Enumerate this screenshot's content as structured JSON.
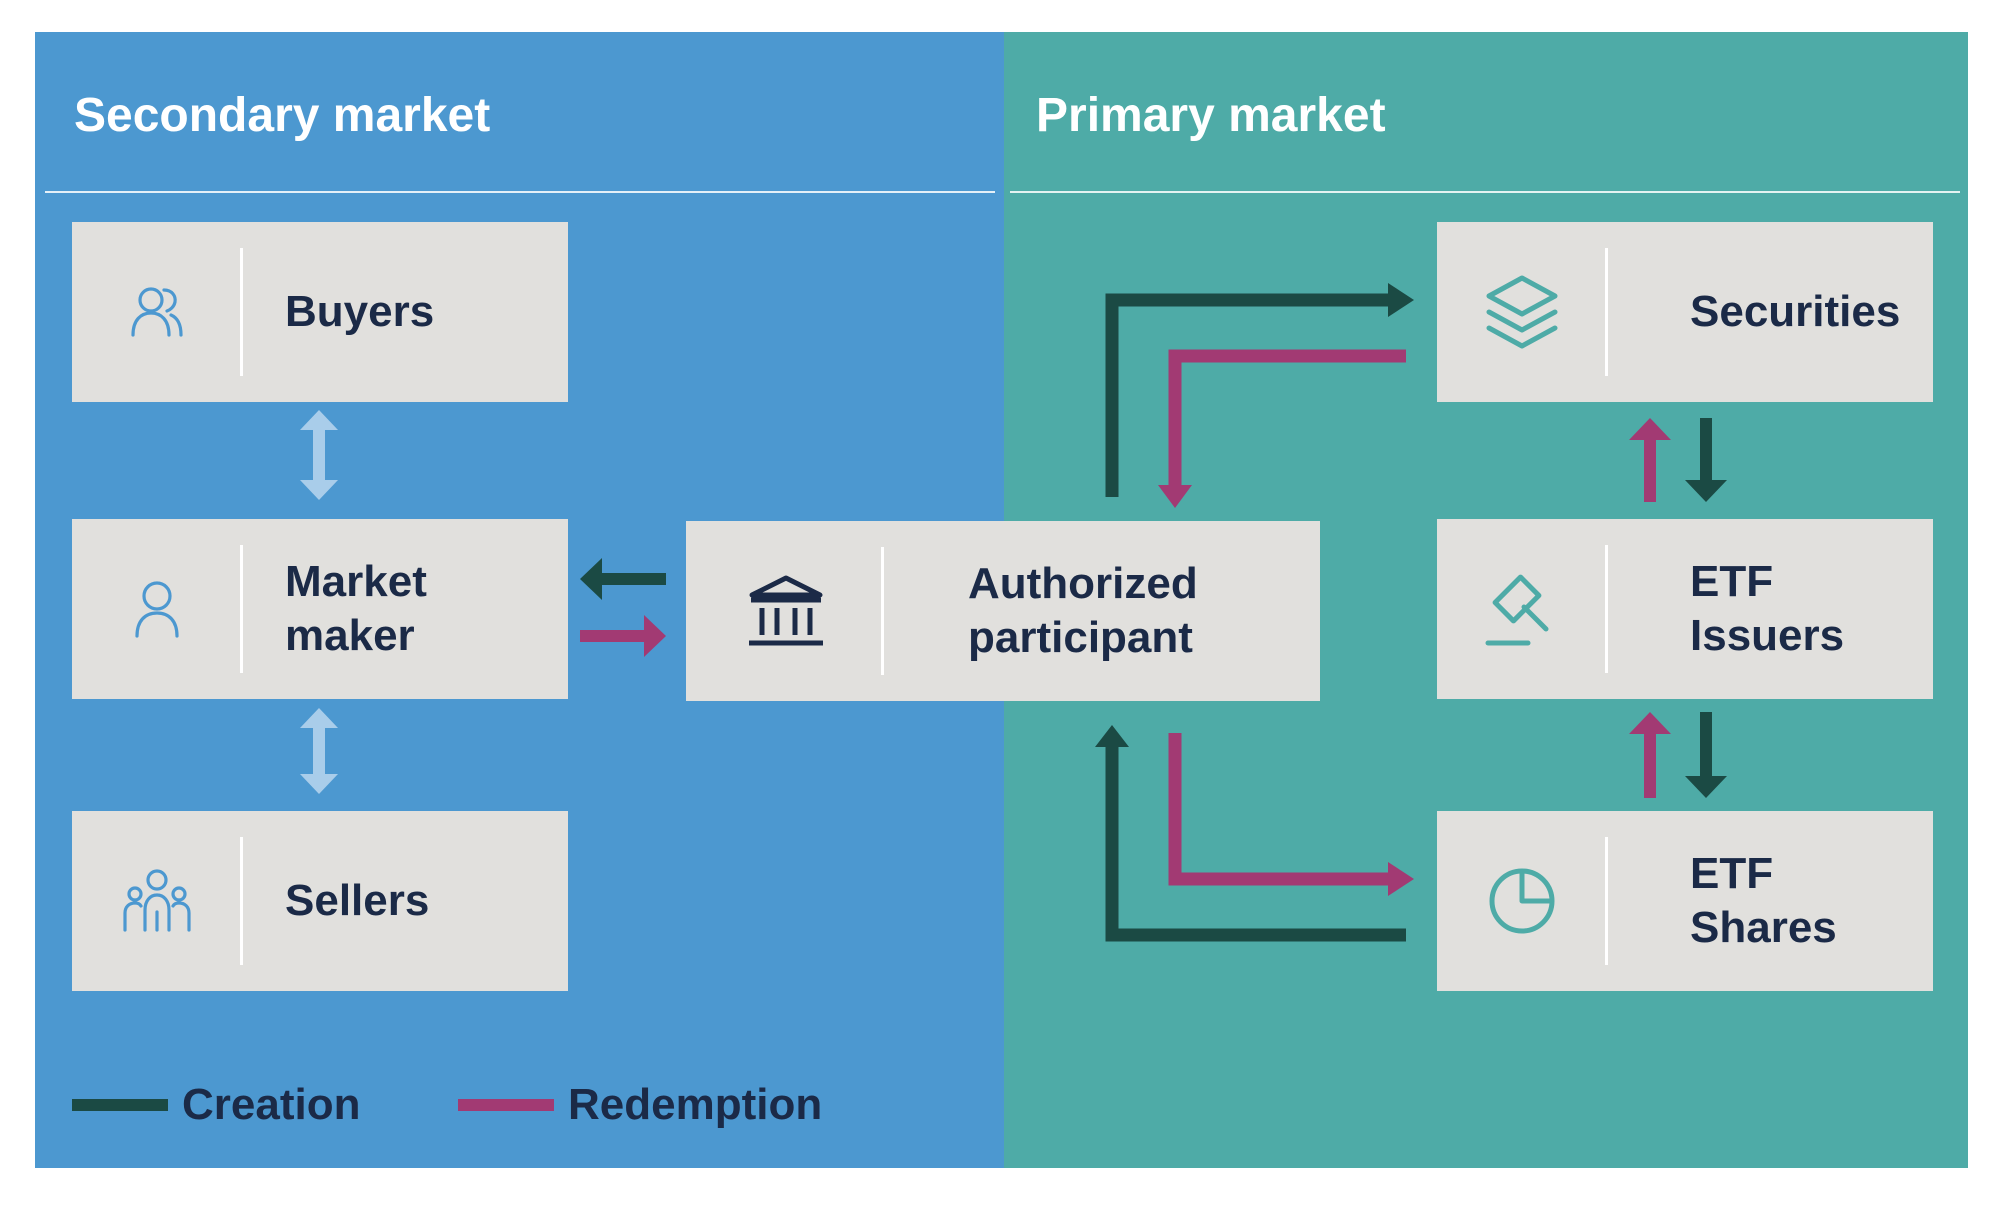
{
  "secondary_market": {
    "title": "Secondary market",
    "boxes": {
      "buyers": "Buyers",
      "market_maker": "Market\nmaker",
      "sellers": "Sellers"
    }
  },
  "primary_market": {
    "title": "Primary market",
    "boxes": {
      "authorized_participant": "Authorized\nparticipant",
      "securities": "Securities",
      "etf_issuers": "ETF\nIssuers",
      "etf_shares": "ETF\nShares"
    }
  },
  "legend": {
    "creation": "Creation",
    "redemption": "Redemption"
  },
  "icons": {
    "buyers": "people-icon",
    "market_maker": "person-icon",
    "sellers": "group-icon",
    "authorized_participant": "bank-building-icon",
    "securities": "layers-icon",
    "etf_issuers": "gavel-icon",
    "etf_shares": "pie-chart-icon"
  },
  "colors": {
    "secondary_bg": "#4c98d0",
    "primary_bg": "#4eaba7",
    "box_bg": "#e1e0dd",
    "text": "#1b2a47",
    "creation": "#1b4a44",
    "redemption": "#a23a73",
    "two_way_arrow": "#a9cdea"
  }
}
